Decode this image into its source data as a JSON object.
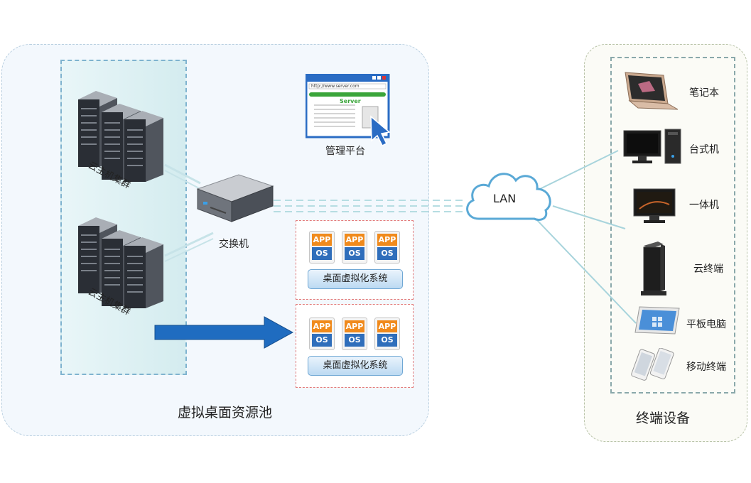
{
  "labels": {
    "cluster_top": "云主机集群",
    "cluster_bottom": "云主机集群",
    "switch": "交换机",
    "management": "管理平台",
    "pool": "虚拟桌面资源池",
    "terminals": "终端设备",
    "lan": "LAN",
    "browser_url": "http://www.server.com",
    "browser_server": "Server"
  },
  "vd_systems": [
    {
      "label": "桌面虚拟化系统",
      "apps": [
        {
          "app": "APP",
          "os": "OS"
        },
        {
          "app": "APP",
          "os": "OS"
        },
        {
          "app": "APP",
          "os": "OS"
        }
      ]
    },
    {
      "label": "桌面虚拟化系统",
      "apps": [
        {
          "app": "APP",
          "os": "OS"
        },
        {
          "app": "APP",
          "os": "OS"
        },
        {
          "app": "APP",
          "os": "OS"
        }
      ]
    }
  ],
  "devices": [
    {
      "label": "笔记本",
      "icon": "laptop-icon"
    },
    {
      "label": "台式机",
      "icon": "desktop-icon"
    },
    {
      "label": "一体机",
      "icon": "all-in-one-icon"
    },
    {
      "label": "云终端",
      "icon": "thin-client-icon"
    },
    {
      "label": "平板电脑",
      "icon": "tablet-icon"
    },
    {
      "label": "移动终端",
      "icon": "mobile-phone-icon"
    }
  ],
  "colors": {
    "pool_bg": "#f3f8fd",
    "arrow": "#1f6cc0",
    "app_orange": "#f08a1c",
    "os_blue": "#2f6ebb",
    "link_line": "#a8d4dc"
  }
}
